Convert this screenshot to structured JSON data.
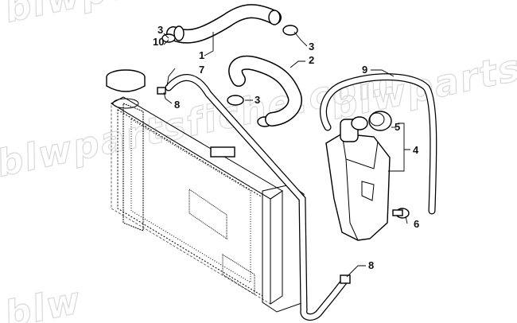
{
  "watermark": {
    "text": "blwpartsfiche.com",
    "lines": [
      "blwpartsfiche.com",
      "blwpartsfiche.com",
      "blwpartsfiche.com",
      "blw"
    ]
  },
  "callouts": [
    {
      "id": "c-3a",
      "text": "3"
    },
    {
      "id": "c-10",
      "text": "10"
    },
    {
      "id": "c-1",
      "text": "1"
    },
    {
      "id": "c-7",
      "text": "7"
    },
    {
      "id": "c-8a",
      "text": "8"
    },
    {
      "id": "c-3b",
      "text": "3"
    },
    {
      "id": "c-2",
      "text": "2"
    },
    {
      "id": "c-3c",
      "text": "3"
    },
    {
      "id": "c-9",
      "text": "9"
    },
    {
      "id": "c-5",
      "text": "5"
    },
    {
      "id": "c-4",
      "text": "4"
    },
    {
      "id": "c-6",
      "text": "6"
    },
    {
      "id": "c-8b",
      "text": "8"
    }
  ]
}
